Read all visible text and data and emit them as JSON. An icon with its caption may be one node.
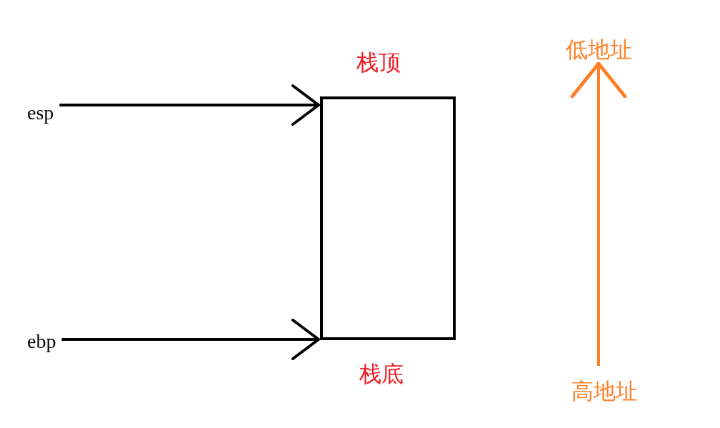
{
  "diagram": {
    "nodes": [
      {
        "text": [
          "esp"
        ]
      },
      {
        "text": [
          "ebp"
        ]
      },
      {
        "text": [],
        "shape": "box",
        "beside": [
          "栈顶",
          "栈底"
        ]
      },
      {
        "text": [
          "低地址"
        ]
      },
      {
        "text": [
          "高地址"
        ]
      }
    ],
    "edges": [
      {
        "from": 0,
        "to": 2,
        "arrow": "to"
      },
      {
        "from": 1,
        "to": 2,
        "arrow": "to"
      },
      {
        "from": 4,
        "to": 3,
        "arrow": "to",
        "color": "#ff7f27"
      }
    ]
  }
}
